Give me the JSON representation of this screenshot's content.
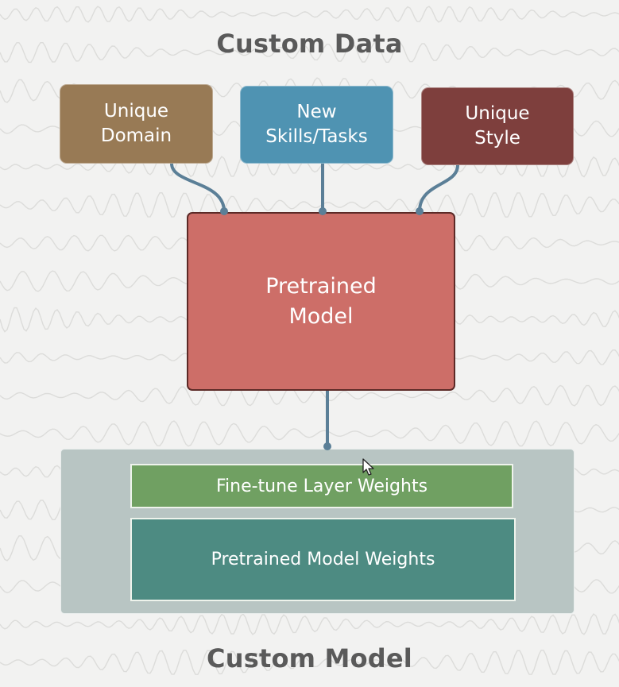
{
  "diagram": {
    "title_top": "Custom Data",
    "title_bottom": "Custom Model",
    "inputs": [
      {
        "label": "Unique\nDomain",
        "color": "#987a55"
      },
      {
        "label": "New\nSkills/Tasks",
        "color": "#4f93b2"
      },
      {
        "label": "Unique\nStyle",
        "color": "#7e3f3d"
      }
    ],
    "pretrained_model": {
      "label": "Pretrained\nModel",
      "color": "#cd6e68"
    },
    "custom_model": {
      "finetune_layer": "Fine-tune Layer Weights",
      "pretrained_weights": "Pretrained Model Weights"
    },
    "colors": {
      "connector": "#5b7f97",
      "background": "#f2f2f1",
      "finetune": "#70a062",
      "weights": "#4d8b82"
    }
  }
}
